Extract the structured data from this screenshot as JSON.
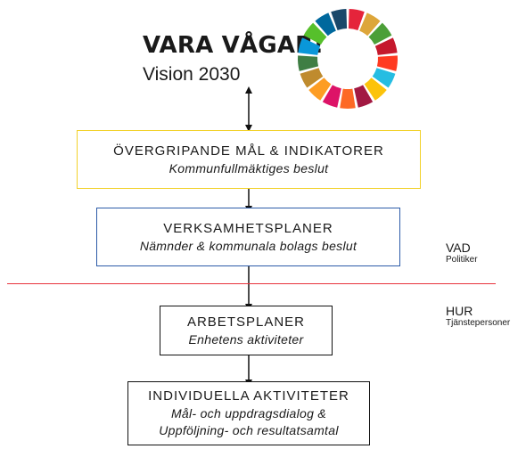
{
  "header": {
    "title": "VARA VÅGAR!",
    "subtitle": "Vision 2030"
  },
  "sdg_wheel": {
    "icon": "sdg-color-wheel",
    "colors": [
      "#e5243b",
      "#dda63a",
      "#4c9f38",
      "#c5192d",
      "#ff3a21",
      "#26bde2",
      "#fcc30b",
      "#a21942",
      "#fd6925",
      "#dd1367",
      "#fd9d24",
      "#bf8b2e",
      "#3f7e44",
      "#0a97d9",
      "#56c02b",
      "#00689d",
      "#19486a"
    ]
  },
  "boxes": [
    {
      "heading": "ÖVERGRIPANDE MÅL & INDIKATORER",
      "lines": [
        "Kommunfullmäktiges beslut"
      ],
      "border_color": "#f2d12a"
    },
    {
      "heading": "VERKSAMHETSPLANER",
      "lines": [
        "Nämnder & kommunala bolags beslut"
      ],
      "border_color": "#2d5ba8"
    },
    {
      "heading": "ARBETSPLANER",
      "lines": [
        "Enhetens aktiviteter"
      ],
      "border_color": "#111111"
    },
    {
      "heading": "INDIVIDUELLA AKTIVITETER",
      "lines": [
        "Mål- och uppdragsdialog &",
        "Uppföljning- och resultatsamtal"
      ],
      "border_color": "#111111"
    }
  ],
  "side_labels": [
    {
      "label": "VAD",
      "sub": "Politiker"
    },
    {
      "label": "HUR",
      "sub": "Tjänstepersoner"
    }
  ],
  "divider_color": "#e8323c"
}
